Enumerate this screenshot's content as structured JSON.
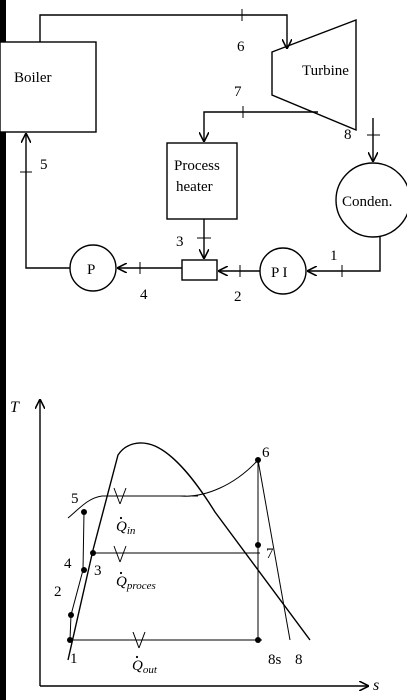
{
  "cycle": {
    "components": {
      "boiler": "Boiler",
      "turbine": "Turbine",
      "process_heater_line1": "Process",
      "process_heater_line2": "heater",
      "condenser": "Conden.",
      "pump_high": "P",
      "pump_low": "P I"
    },
    "states": {
      "s1": "1",
      "s2": "2",
      "s3": "3",
      "s4": "4",
      "s5": "5",
      "s6": "6",
      "s7": "7",
      "s8": "8"
    }
  },
  "ts_diagram": {
    "axis_t": "T",
    "axis_s": "s",
    "points": {
      "p1": "1",
      "p2": "2",
      "p3": "3",
      "p4": "4",
      "p5": "5",
      "p6": "6",
      "p7": "7",
      "p8": "8",
      "p8s": "8s"
    },
    "heat": {
      "q_in_main": "Q",
      "q_in_sub": "in",
      "q_proc_main": "Q",
      "q_proc_sub": "proces",
      "q_out_main": "Q",
      "q_out_sub": "out"
    }
  }
}
